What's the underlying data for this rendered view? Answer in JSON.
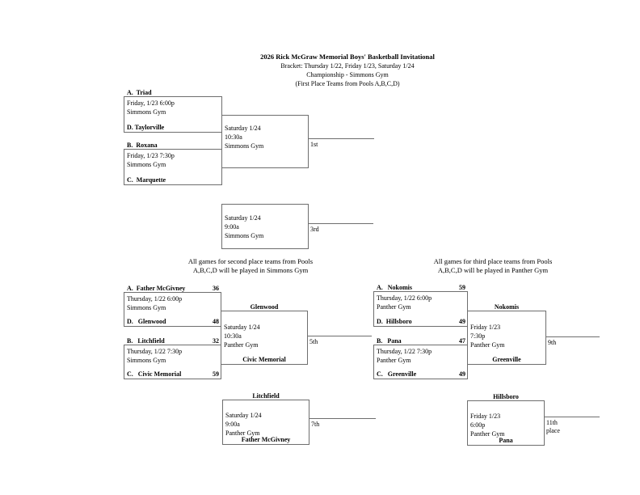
{
  "header": {
    "title": "2026 Rick McGraw Memorial Boys' Basketball Invitational",
    "subtitle1": "Bracket:  Thursday 1/22, Friday 1/23, Saturday 1/24",
    "subtitle2": "Championship - Simmons Gym",
    "subtitle3": "(First Place Teams from Pools A,B,C,D)"
  },
  "notes": {
    "second_place": {
      "line1": "All games for second place teams from Pools",
      "line2": "A,B,C,D will be played in Simmons Gym"
    },
    "third_place": {
      "line1": "All games for third place teams from Pools",
      "line2": "A,B,C,D will be played in Panther Gym"
    }
  },
  "championship": {
    "semifinal1": {
      "top_team": "A.  Triad",
      "date": "Friday, 1/23 6:00p",
      "venue": "Simmons Gym",
      "bottom_team": "D. Taylorville"
    },
    "semifinal2": {
      "top_team": "B.  Roxana",
      "date": "Friday, 1/23 7:30p",
      "venue": "Simmons Gym",
      "bottom_team": "C.  Marquette"
    },
    "final": {
      "date": "Saturday 1/24",
      "time": "10:30a",
      "venue": "Simmons Gym",
      "place": "1st"
    },
    "third_place_game": {
      "date": "Saturday 1/24",
      "time": "9:00a",
      "venue": "Simmons Gym",
      "place": "3rd"
    }
  },
  "second_place_bracket": {
    "game1": {
      "top_team": "A.  Father McGivney",
      "top_score": "36",
      "date": "Thursday, 1/22 6:00p",
      "venue": "Simmons Gym",
      "bottom_team": "D.   Glenwood",
      "bottom_score": "48"
    },
    "game2": {
      "top_team": "B.   Litchfield",
      "top_score": "32",
      "date": "Thursday, 1/22 7:30p",
      "venue": "Simmons Gym",
      "bottom_team": "C.   Civic Memorial",
      "bottom_score": "59"
    },
    "final": {
      "top_winner": "Glenwood",
      "date": "Saturday 1/24",
      "time": "10:30a",
      "venue": "Panther Gym",
      "bottom_winner": "Civic Memorial",
      "place": "5th"
    },
    "seventh_place_game": {
      "top_winner": "Litchfield",
      "date": "Saturday 1/24",
      "time": "9:00a",
      "venue": "Panther Gym",
      "bottom_winner": "Father McGivney",
      "place": "7th"
    }
  },
  "third_place_bracket": {
    "game1": {
      "top_team": "A.   Nokomis",
      "top_score": "59",
      "date": "Thursday, 1/22 6:00p",
      "venue": "Panther Gym",
      "bottom_team": "D.  Hillsboro",
      "bottom_score": "49"
    },
    "game2": {
      "top_team": "B.   Pana",
      "top_score": "47",
      "date": "Thursday, 1/22 7:30p",
      "venue": "Panther Gym",
      "bottom_team": "C.   Greenville",
      "bottom_score": "49"
    },
    "final": {
      "top_winner": "Nokomis",
      "date": "Friday 1/23",
      "time": "7:30p",
      "venue": "Panther Gym",
      "bottom_winner": "Greenville",
      "place": "9th"
    },
    "eleventh_place_game": {
      "top_winner": "Hillsboro",
      "date": "Friday 1/23",
      "time": "6:00p",
      "venue": "Panther Gym",
      "bottom_winner": "Pana",
      "place_line1": "11th",
      "place_line2": "place"
    }
  }
}
